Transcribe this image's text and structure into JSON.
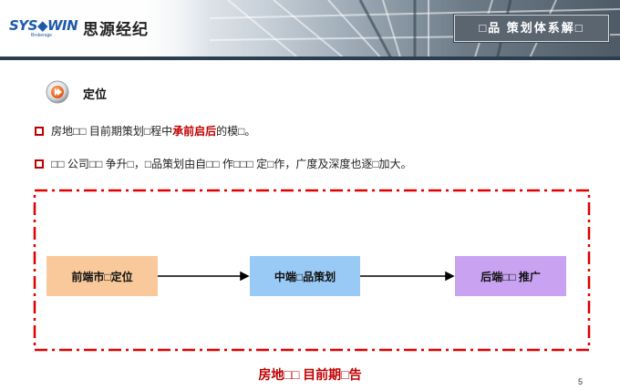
{
  "header": {
    "logo_en": "SYS◆WIN",
    "logo_sub": "Brokerage",
    "logo_cn": "思源经纪",
    "title": "□品 策划体系解□"
  },
  "section": {
    "title": "定位",
    "icon": "arrow-right-circle-icon"
  },
  "bullets": [
    {
      "before": "房地□□ 目前期策划□程中",
      "emphasis": "承前启后",
      "after": "的模□。"
    },
    {
      "text": "□□ 公司□□ 争升□，□品策划由自□□ 作□□□ 定□作，广度及深度也逐□加大。"
    }
  ],
  "flow": {
    "stages": [
      "前端市□定位",
      "中端□品策划",
      "后端□□ 推广"
    ],
    "caption": "房地□□ 目前期□告"
  },
  "colors": {
    "accent": "#c00000",
    "stage_1": "#f9c89b",
    "stage_2": "#99c9f5",
    "stage_3": "#c9a3f2",
    "header_bar": "#2c3d50"
  },
  "page_number": "5"
}
